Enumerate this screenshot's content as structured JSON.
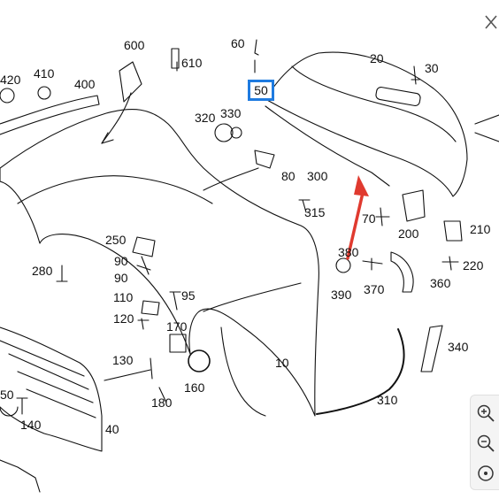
{
  "highlight": {
    "label": "50",
    "color": "#1e7be0"
  },
  "arrow_color": "#e03a2f",
  "parts": {
    "p600": "600",
    "p610": "610",
    "p60": "60",
    "p20": "20",
    "p30": "30",
    "p420": "420",
    "p410": "410",
    "p400": "400",
    "p320": "320",
    "p330": "330",
    "p80": "80",
    "p300": "300",
    "p315": "315",
    "p70": "70",
    "p200": "200",
    "p210": "210",
    "p220": "220",
    "p250": "250",
    "p90a": "90",
    "p90b": "90",
    "p280": "280",
    "p380": "380",
    "p390": "390",
    "p370": "370",
    "p360": "360",
    "p110": "110",
    "p95": "95",
    "p120": "120",
    "p170": "170",
    "p340": "340",
    "p130": "130",
    "p10": "10",
    "p160": "160",
    "p180": "180",
    "p310": "310",
    "p50b": "50",
    "p140": "140",
    "p40": "40"
  },
  "controls": {
    "close": "close-icon",
    "zoom_in": "zoom-in-icon",
    "zoom_out": "zoom-out-icon",
    "reset": "reset-zoom-icon"
  }
}
